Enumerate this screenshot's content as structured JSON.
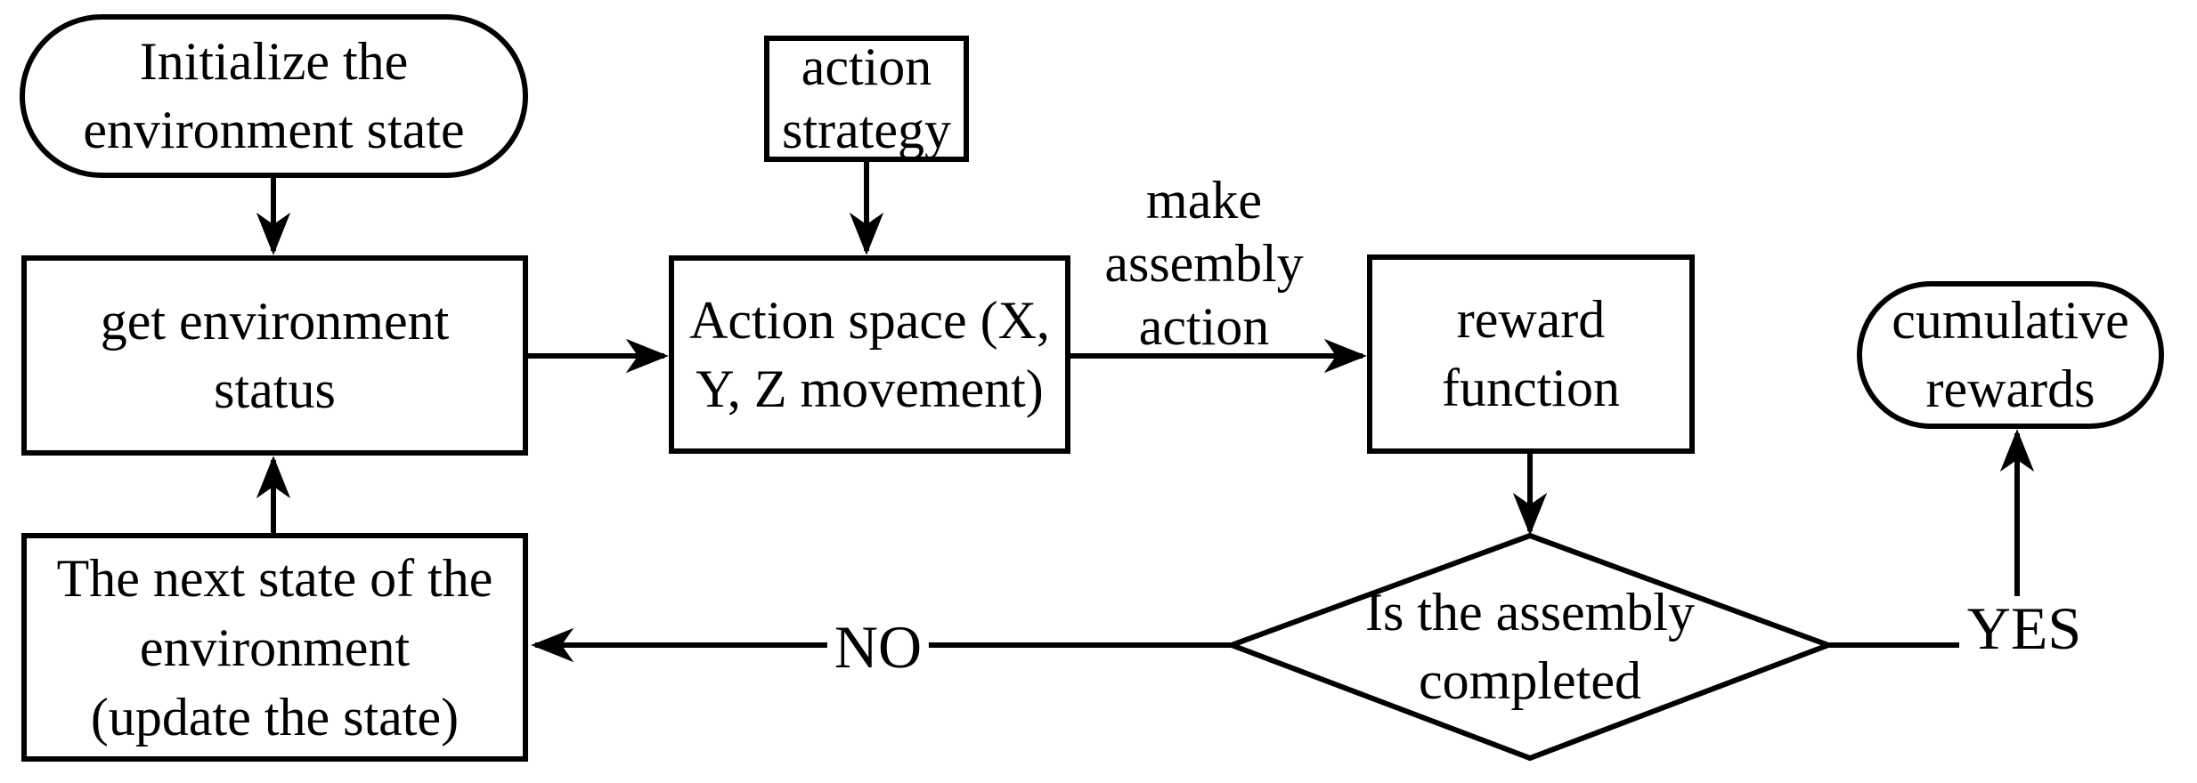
{
  "canvas": {
    "background_color": "#ffffff",
    "stroke_color": "#000000"
  },
  "nodes": {
    "start": {
      "shape": "terminator",
      "lines": [
        "Initialize the",
        "environment state"
      ]
    },
    "action_strategy": {
      "shape": "process",
      "lines": [
        "action",
        "strategy"
      ]
    },
    "get_status": {
      "shape": "process",
      "lines": [
        "get environment",
        "status"
      ]
    },
    "action_space": {
      "shape": "process",
      "lines": [
        "Action space (X,",
        "Y, Z movement)"
      ]
    },
    "reward": {
      "shape": "process",
      "lines": [
        "reward",
        "function"
      ]
    },
    "decision": {
      "shape": "decision",
      "lines": [
        "Is the assembly",
        "completed"
      ]
    },
    "next_state": {
      "shape": "process",
      "lines": [
        "The next state of the",
        "environment",
        "(update the state)"
      ]
    },
    "cumulative": {
      "shape": "terminator",
      "lines": [
        "cumulative",
        "rewards"
      ]
    }
  },
  "edge_labels": {
    "make_assembly": {
      "lines": [
        "make",
        "assembly",
        "action"
      ]
    },
    "no": "NO",
    "yes": "YES"
  }
}
